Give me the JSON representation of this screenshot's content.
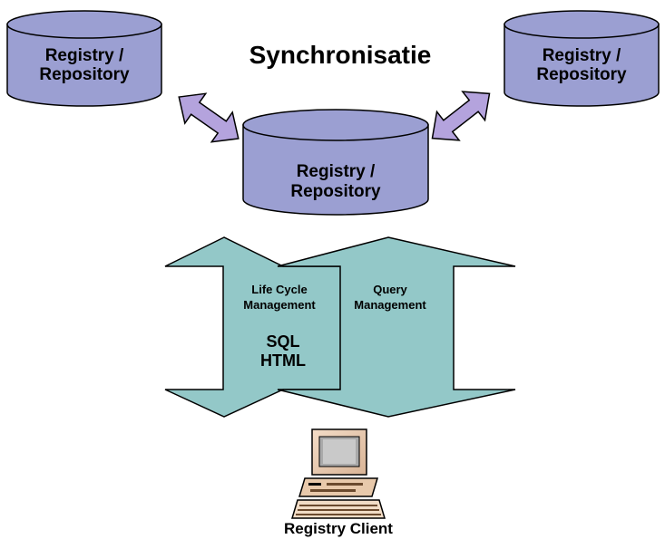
{
  "title": "Synchronisatie",
  "repositories": {
    "left": [
      "Registry /",
      "Repository"
    ],
    "right": [
      "Registry /",
      "Repository"
    ],
    "center": [
      "Registry /",
      "Repository"
    ]
  },
  "interfaces": {
    "lifecycle": [
      "Life Cycle",
      "Management"
    ],
    "query": [
      "Query",
      "Management"
    ],
    "protocols": [
      "SQL",
      "HTML"
    ]
  },
  "client": {
    "label": "Registry Client"
  },
  "colors": {
    "cylinder": "#9b9fd2",
    "sync_arrow": "#b4a3dd",
    "interface_arrow": "#93c8c8"
  },
  "icons": [
    "computer-icon"
  ]
}
